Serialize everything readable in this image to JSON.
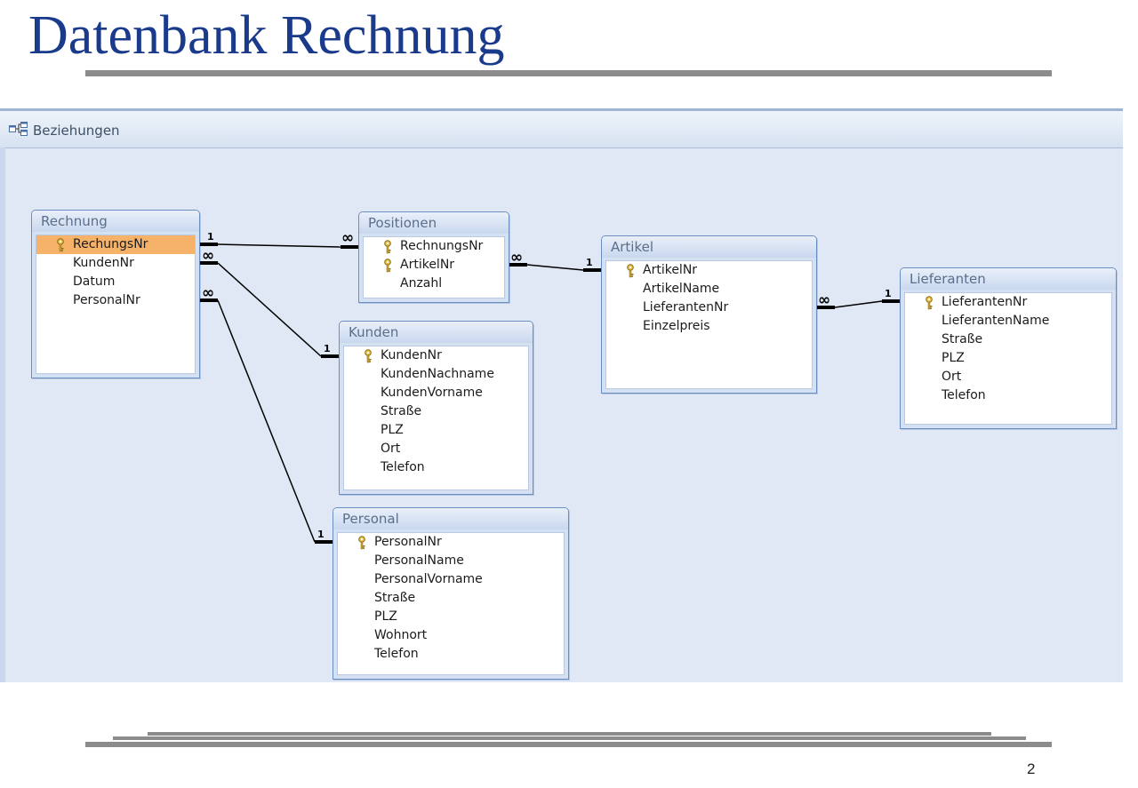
{
  "slide": {
    "title": "Datenbank Rechnung",
    "page_number": "2"
  },
  "window": {
    "tab_label": "Beziehungen",
    "tab_icon": "relationships-icon"
  },
  "tables": {
    "rechnung": {
      "title": "Rechnung",
      "fields": [
        "RechungsNr",
        "KundenNr",
        "Datum",
        "PersonalNr"
      ],
      "key_fields": [
        0
      ],
      "selected_field": 0
    },
    "positionen": {
      "title": "Positionen",
      "fields": [
        "RechnungsNr",
        "ArtikelNr",
        "Anzahl"
      ],
      "key_fields": [
        0,
        1
      ]
    },
    "kunden": {
      "title": "Kunden",
      "fields": [
        "KundenNr",
        "KundenNachname",
        "KundenVorname",
        "Straße",
        "PLZ",
        "Ort",
        "Telefon"
      ],
      "key_fields": [
        0
      ]
    },
    "personal": {
      "title": "Personal",
      "fields": [
        "PersonalNr",
        "PersonalName",
        "PersonalVorname",
        "Straße",
        "PLZ",
        "Wohnort",
        "Telefon"
      ],
      "key_fields": [
        0
      ]
    },
    "artikel": {
      "title": "Artikel",
      "fields": [
        "ArtikelNr",
        "ArtikelName",
        "LieferantenNr",
        "Einzelpreis"
      ],
      "key_fields": [
        0
      ]
    },
    "lieferanten": {
      "title": "Lieferanten",
      "fields": [
        "LieferantenNr",
        "LieferantenName",
        "Straße",
        "PLZ",
        "Ort",
        "Telefon"
      ],
      "key_fields": [
        0
      ]
    }
  },
  "relationships": [
    {
      "from": "Rechnung.RechungsNr",
      "to": "Positionen.RechnungsNr",
      "from_card": "1",
      "to_card": "∞"
    },
    {
      "from": "Rechnung.KundenNr",
      "to": "Kunden.KundenNr",
      "from_card": "∞",
      "to_card": "1"
    },
    {
      "from": "Rechnung.PersonalNr",
      "to": "Personal.PersonalNr",
      "from_card": "∞",
      "to_card": "1"
    },
    {
      "from": "Positionen.ArtikelNr",
      "to": "Artikel.ArtikelNr",
      "from_card": "∞",
      "to_card": "1"
    },
    {
      "from": "Artikel.LieferantenNr",
      "to": "Lieferanten.LieferantenNr",
      "from_card": "∞",
      "to_card": "1"
    }
  ],
  "colors": {
    "title": "#1a3a8c",
    "selected_row": "#f7b26a",
    "table_border": "#6b8ec2",
    "canvas": "#dfe8f4"
  }
}
